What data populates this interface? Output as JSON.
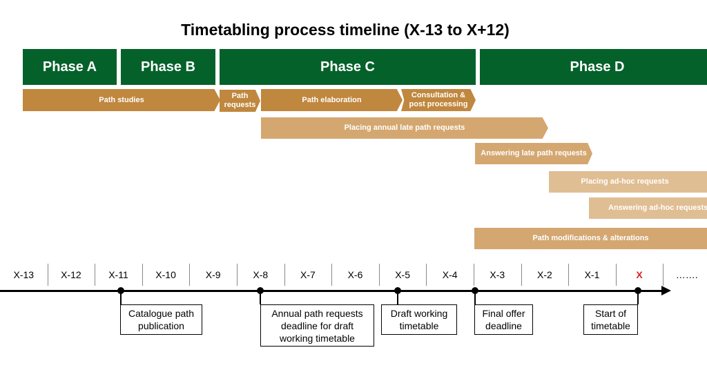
{
  "title": "Timetabling process timeline (X-13 to X+12)",
  "colors": {
    "phase": "#04612a",
    "activity_dark": "#c0873e",
    "activity_mid": "#d4a771",
    "activity_light": "#ddba8c",
    "highlight": "#e02020"
  },
  "phases": [
    "Phase A",
    "Phase B",
    "Phase C",
    "Phase D"
  ],
  "activities": [
    "Path studies",
    "Path requests",
    "Path elaboration",
    "Consultation & post processing",
    "Placing annual late path requests",
    "Answering late path requests",
    "Placing ad-hoc requests",
    "Answering ad-hoc requests",
    "Path modifications & alterations"
  ],
  "ticks": [
    "X-13",
    "X-12",
    "X-11",
    "X-10",
    "X-9",
    "X-8",
    "X-7",
    "X-6",
    "X-5",
    "X-4",
    "X-3",
    "X-2",
    "X-1",
    "X",
    "……."
  ],
  "milestones": [
    "Catalogue path publication",
    "Annual path requests deadline for draft working timetable",
    "Draft working timetable",
    "Final offer deadline",
    "Start of timetable"
  ]
}
